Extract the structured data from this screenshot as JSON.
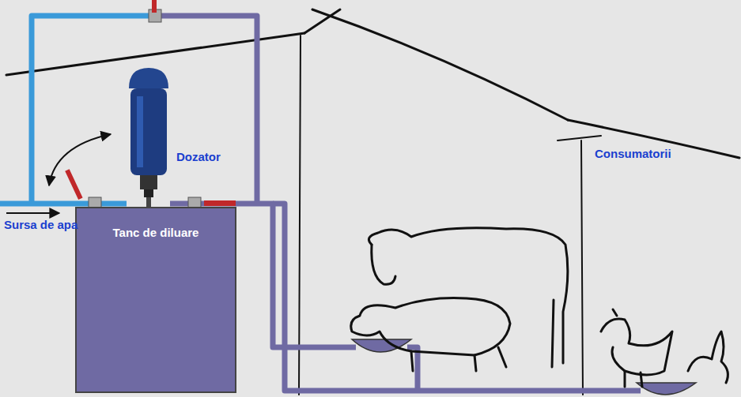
{
  "diagram": {
    "nodes": [
      {
        "text": [
          "Dozator"
        ]
      },
      {
        "text": [
          "Tanc de diluare"
        ]
      }
    ],
    "edges": [
      {
        "from": 0,
        "to": 1,
        "arrow": "none"
      }
    ],
    "labels": [
      "Sursa de apa",
      "Consumatorii"
    ]
  }
}
